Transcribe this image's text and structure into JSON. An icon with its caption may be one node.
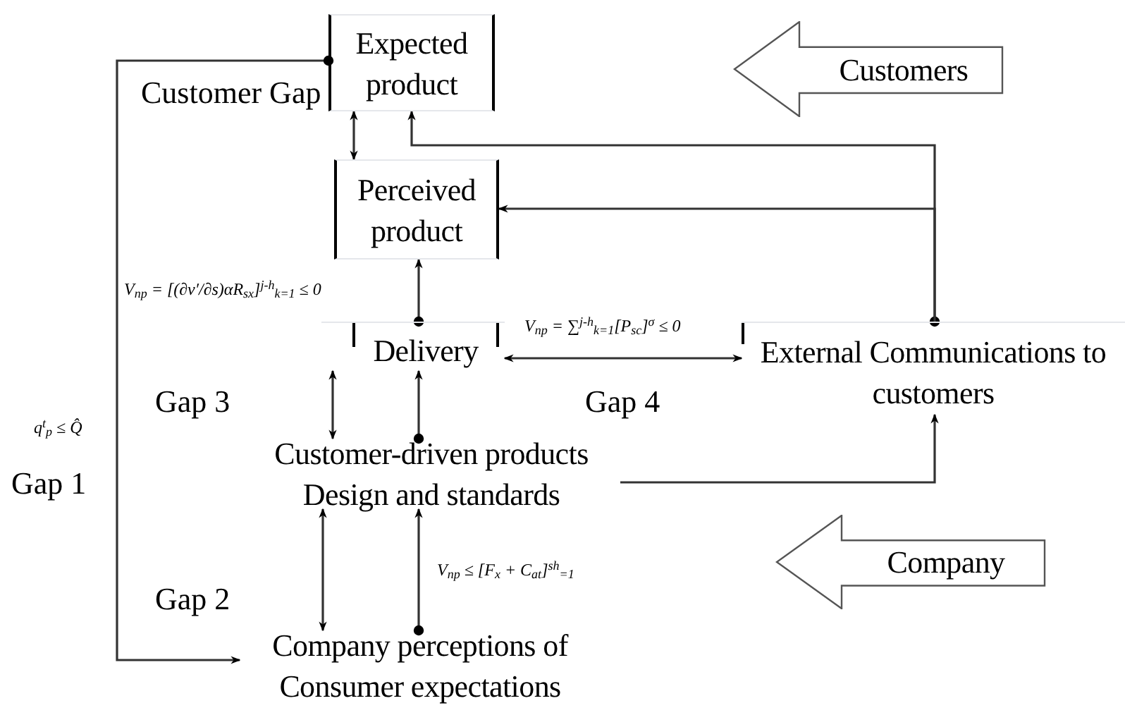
{
  "diagram": {
    "nodes": [
      {
        "text": [
          "Expected product"
        ]
      },
      {
        "text": [
          "Perceived product"
        ]
      },
      {
        "text": [
          "Delivery"
        ]
      },
      {
        "text": [
          "External Communications to customers"
        ]
      },
      {
        "text": [
          "Customer-driven products Design and standards"
        ]
      },
      {
        "text": [
          "Company perceptions of Consumer expectations"
        ]
      },
      {
        "text": [
          "Customers"
        ]
      },
      {
        "text": [
          "Company"
        ]
      }
    ],
    "edges": [
      {
        "from": 0,
        "to": 1,
        "arrow": "both"
      },
      {
        "from": 0,
        "to": 5,
        "arrow": "to"
      },
      {
        "from": 3,
        "to": 0,
        "arrow": "to"
      },
      {
        "from": 3,
        "to": 1,
        "arrow": "to"
      },
      {
        "from": 2,
        "to": 1,
        "arrow": "to"
      },
      {
        "from": 2,
        "to": 3,
        "arrow": "both"
      },
      {
        "from": 2,
        "to": 4,
        "arrow": "both"
      },
      {
        "from": 4,
        "to": 2,
        "arrow": "to"
      },
      {
        "from": 4,
        "to": 3,
        "arrow": "to"
      },
      {
        "from": 4,
        "to": 5,
        "arrow": "both"
      },
      {
        "from": 5,
        "to": 4,
        "arrow": "to"
      }
    ],
    "labels": [
      "Customer Gap",
      "V$_{np}$ = [(∂v′/∂s)αR$_{sx}$]$^{j-h}$$_{k=1}$ ≤ 0",
      "V$_{np}$ = ∑$^{j-h}$$_{k=1}$[P$_{sc}$]$^{σ}$ ≤ 0",
      "Gap 3",
      "Gap 4",
      "q$^{t}$$_{p}$ ≤ Q̂",
      "Gap 1",
      "Gap 2",
      "V$_{np}$ ≤ [F$_{x}$ + C$_{at}$]$^{sh}$$_{=1}$"
    ]
  }
}
